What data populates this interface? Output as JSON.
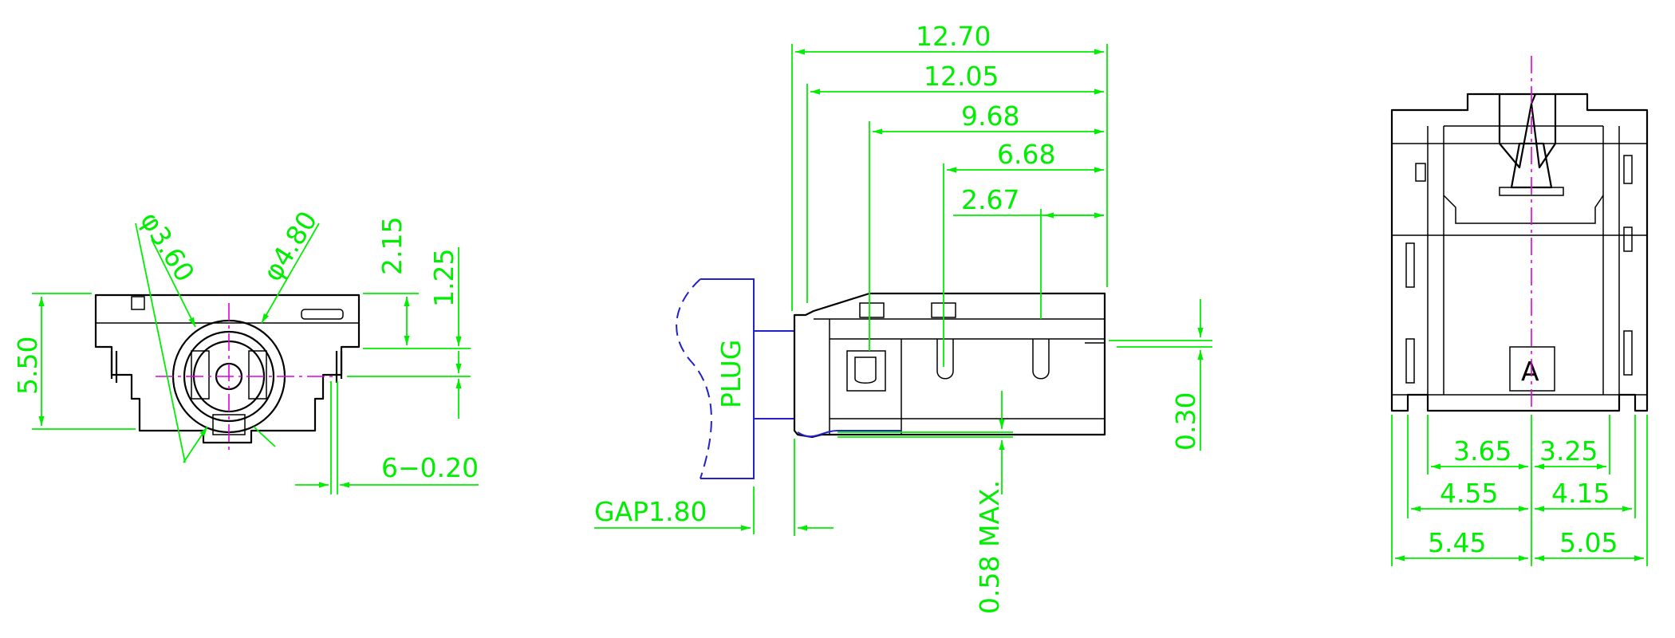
{
  "colors": {
    "outline": "#000000",
    "dimension": "#00ee00",
    "centerline": "#e000e0",
    "plug": "#2222cc",
    "background": "#ffffff"
  },
  "front_view": {
    "diameter_inner": "φ3.60",
    "diameter_outer": "φ4.80",
    "height": "5.50",
    "top_offset": "2.15",
    "pin_offset": "1.25",
    "pin_width": "6−0.20"
  },
  "side_view": {
    "overall_length": "12.70",
    "length_2": "12.05",
    "length_3": "9.68",
    "length_4": "6.68",
    "length_5": "2.67",
    "gap": "GAP1.80",
    "plug_label": "PLUG",
    "max_depth": "0.58  MAX.",
    "small_offset": "0.30"
  },
  "bottom_view": {
    "inner_left": "3.65",
    "inner_right": "3.25",
    "mid_left": "4.55",
    "mid_right": "4.15",
    "outer_left": "5.45",
    "outer_right": "5.05",
    "marking": "A"
  }
}
